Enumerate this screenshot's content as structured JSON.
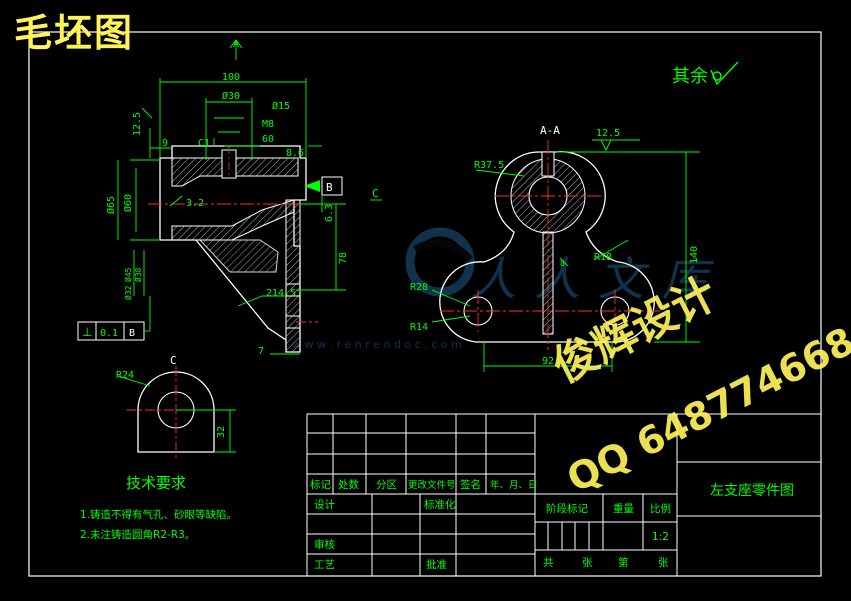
{
  "headline": "毛坯图",
  "roughness_note": "其余",
  "part_name": "左支座零件图",
  "scale": "1:2",
  "tech_requirements": {
    "title": "技术要求",
    "items": [
      "1.铸造不得有气孔、砂眼等缺陷。",
      "2.未注铸造圆角R2-R3。"
    ]
  },
  "title_block": {
    "revision_headers": [
      "标记",
      "处数",
      "分区",
      "更改文件号",
      "签名",
      "年、月、日"
    ],
    "design": "设计",
    "standardization": "标准化",
    "review": "审核",
    "process": "工艺",
    "approve": "批准",
    "stage_mark": "阶段标记",
    "weight": "重量",
    "scale_label": "比例",
    "total": "共",
    "sheets": "张",
    "page": "第",
    "sheet": "张"
  },
  "views": {
    "section_aa": "A-A",
    "view_c": "C",
    "arrow_a": "A",
    "arrow_c": "C",
    "datum_b": "B"
  },
  "dimensions": {
    "front": [
      "100",
      "Ø30",
      "Ø15",
      "M8",
      "60",
      "12.5",
      "9",
      "C1",
      "8.6",
      "Ø65",
      "Ø60",
      "3.2",
      "6.3",
      "78",
      "2ר14.5",
      "7"
    ],
    "side_small": [
      "Ø45",
      "Ø38",
      "Ø32"
    ],
    "tolerance": [
      "⊥",
      "0.1",
      "B"
    ],
    "section": [
      "12.5",
      "R37.5",
      "R18",
      "R28",
      "R14",
      "140",
      "92",
      "8"
    ],
    "view_c": [
      "R24",
      "32"
    ]
  },
  "watermarks": {
    "designer": "俊辉设计",
    "qq": "QQ 648774668",
    "site_text": "人人文库",
    "site_url": "w w w . r e n r e n d o c . c o m"
  },
  "colors": {
    "background": "#000000",
    "border": "#ffffff",
    "dimension": "#00ff00",
    "geometry": "#ffffff",
    "centerline": "#ff2a2a",
    "hatch": "#c0c0c0",
    "yellow": "#fff35a",
    "annotation": "#00ff00",
    "watermark_blue": "#1e5b8a"
  }
}
